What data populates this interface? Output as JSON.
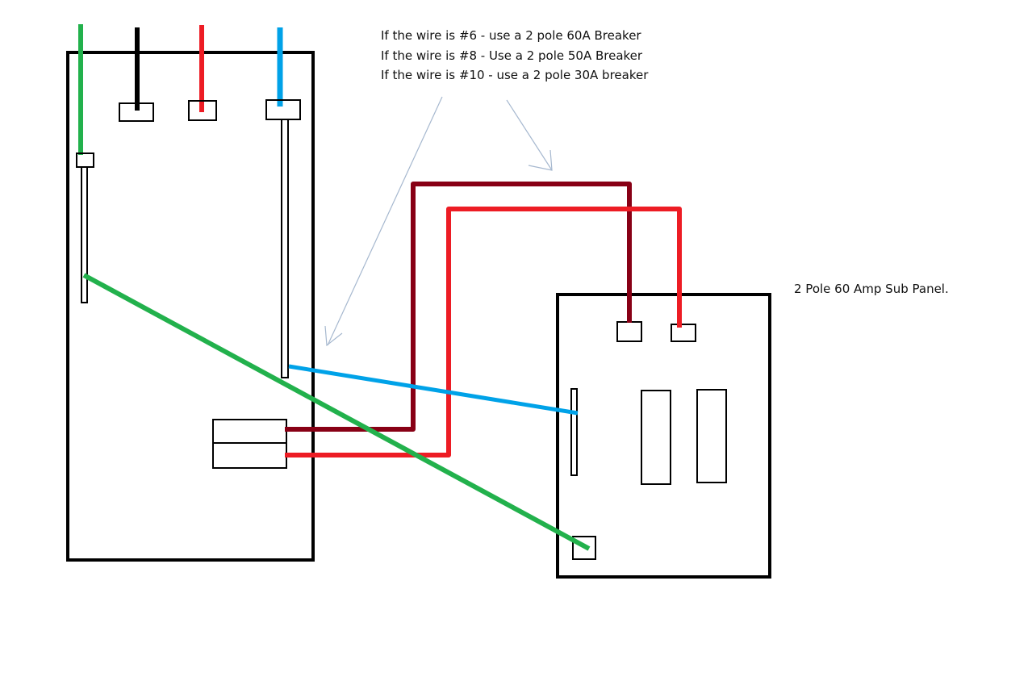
{
  "notes": [
    "If the wire is #6 - use a 2 pole 60A Breaker",
    "If the wire is #8 - Use a 2 pole 50A Breaker",
    "If the wire is #10 - use a 2 pole 30A breaker"
  ],
  "subpanel_label": "2 Pole 60 Amp Sub Panel.",
  "colors": {
    "ground": "#22b14c",
    "hot_black": "#000000",
    "hot_red": "#ed1c24",
    "neutral": "#00a2e8",
    "hot_darkred": "#880015",
    "outline": "#000000",
    "arrow": "#a6b8cf"
  }
}
